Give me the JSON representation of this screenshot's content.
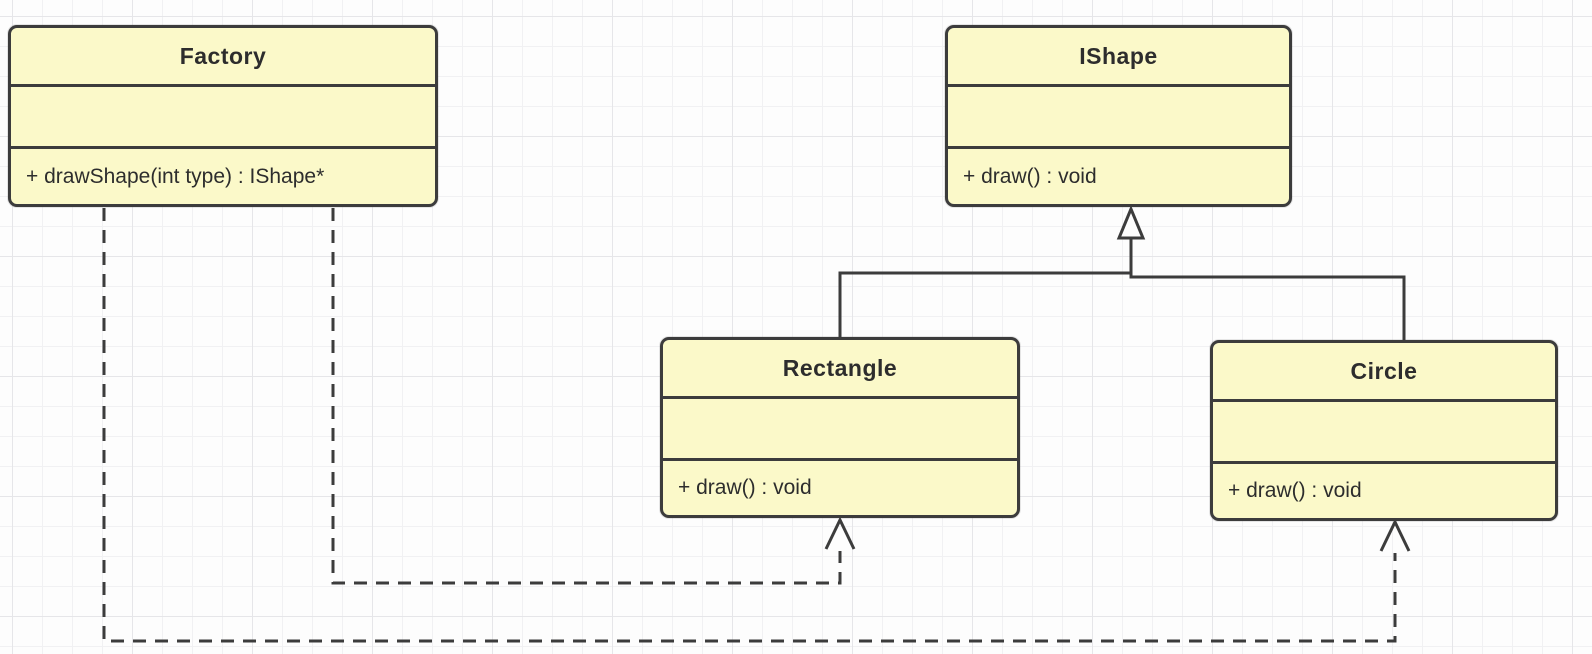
{
  "diagram": {
    "type": "uml-class-diagram",
    "classes": [
      {
        "name": "Factory",
        "attributes": [],
        "methods": [
          "+ drawShape(int type) : IShape*"
        ]
      },
      {
        "name": "IShape",
        "attributes": [],
        "methods": [
          "+ draw() : void"
        ]
      },
      {
        "name": "Rectangle",
        "attributes": [],
        "methods": [
          "+ draw() : void"
        ]
      },
      {
        "name": "Circle",
        "attributes": [],
        "methods": [
          "+ draw() : void"
        ]
      }
    ],
    "relationships": [
      {
        "type": "inheritance",
        "from": "Rectangle",
        "to": "IShape",
        "line": "solid",
        "arrow": "hollow-triangle"
      },
      {
        "type": "inheritance",
        "from": "Circle",
        "to": "IShape",
        "line": "solid",
        "arrow": "hollow-triangle"
      },
      {
        "type": "dependency",
        "from": "Factory",
        "to": "Rectangle",
        "line": "dashed",
        "arrow": "open-v"
      },
      {
        "type": "dependency",
        "from": "Factory",
        "to": "Circle",
        "line": "dashed",
        "arrow": "open-v"
      }
    ],
    "colors": {
      "class_fill": "#fbf9c9",
      "stroke": "#3c3c3c",
      "text": "#2d2d2d",
      "canvas_background": "#fdfdfd",
      "grid_minor": "#f1f1f3",
      "grid_major": "#e6e6e9"
    }
  }
}
